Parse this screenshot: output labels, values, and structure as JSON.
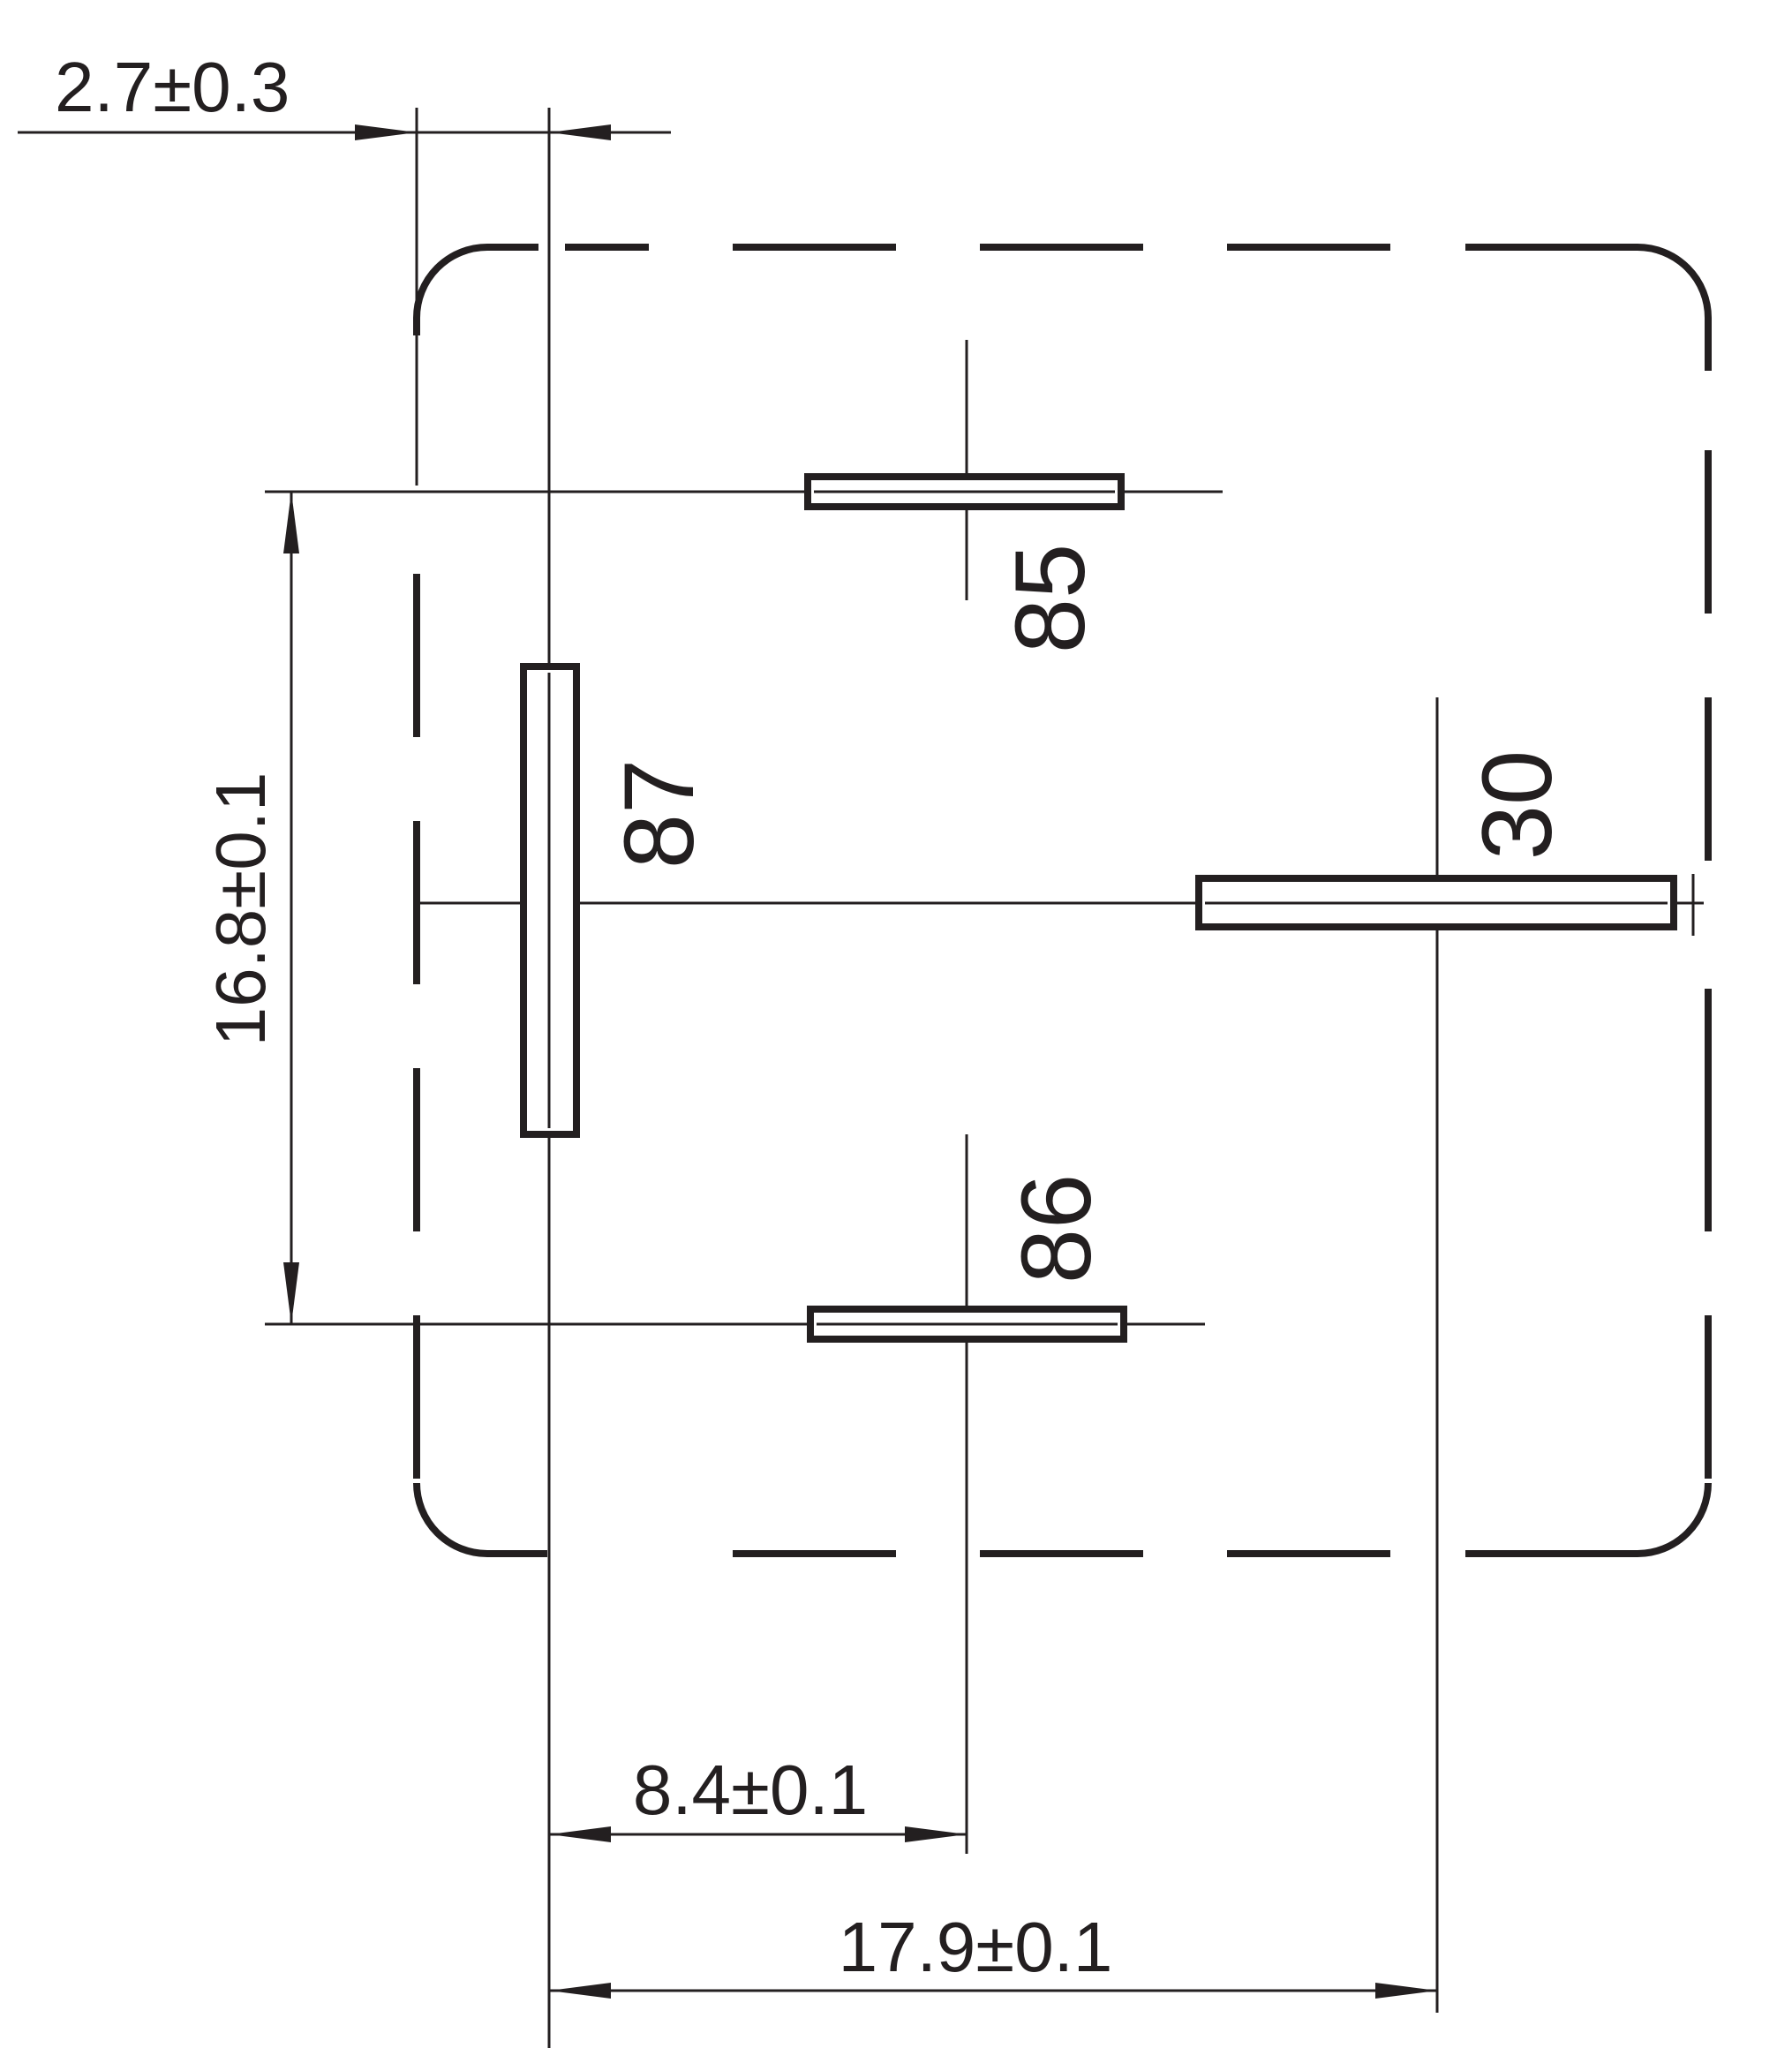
{
  "dimensions": {
    "pin_offset": "2.7±0.3",
    "vertical_pitch": "16.8±0.1",
    "horizontal_pitch_short": "8.4±0.1",
    "horizontal_pitch_long": "17.9±0.1"
  },
  "pins": {
    "pin_85": "85",
    "pin_87": "87",
    "pin_86": "86",
    "pin_30": "30"
  },
  "colors": {
    "ink": "#231f20",
    "background": "#ffffff"
  }
}
